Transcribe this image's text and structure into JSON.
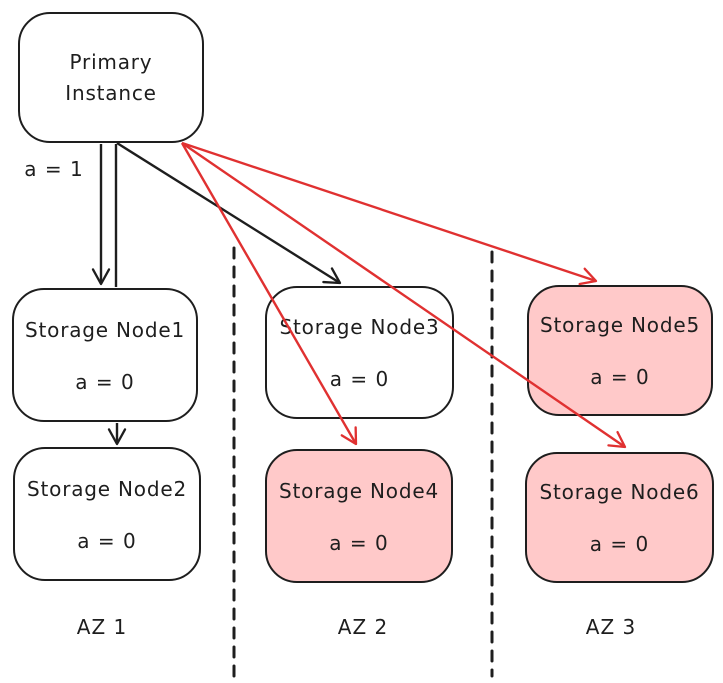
{
  "diagram": {
    "kind": "replication-topology",
    "colors": {
      "stroke": "#1e1e1e",
      "replication_red": "#e03131",
      "highlight_fill": "#ffc9c9",
      "normal_fill": "#ffffff"
    },
    "primary": {
      "label_line1": "Primary",
      "label_line2": "Instance",
      "edge_label": "a = 1"
    },
    "nodes": [
      {
        "name": "Storage Node1",
        "value": "a = 0",
        "highlighted": false,
        "zone": "AZ 1"
      },
      {
        "name": "Storage Node2",
        "value": "a = 0",
        "highlighted": false,
        "zone": "AZ 1"
      },
      {
        "name": "Storage Node3",
        "value": "a = 0",
        "highlighted": false,
        "zone": "AZ 2"
      },
      {
        "name": "Storage Node4",
        "value": "a = 0",
        "highlighted": true,
        "zone": "AZ 2"
      },
      {
        "name": "Storage Node5",
        "value": "a = 0",
        "highlighted": true,
        "zone": "AZ 3"
      },
      {
        "name": "Storage Node6",
        "value": "a = 0",
        "highlighted": true,
        "zone": "AZ 3"
      }
    ],
    "zones": [
      {
        "label": "AZ 1"
      },
      {
        "label": "AZ 2"
      },
      {
        "label": "AZ 3"
      }
    ],
    "edges": [
      {
        "from": "Primary Instance",
        "to": "Storage Node1",
        "color": "black",
        "style": "double-line-arrow",
        "label": "a = 1"
      },
      {
        "from": "Storage Node1",
        "to": "Storage Node2",
        "color": "black",
        "style": "arrow"
      },
      {
        "from": "Primary Instance",
        "to": "Storage Node3",
        "color": "black",
        "style": "arrow"
      },
      {
        "from": "Primary Instance",
        "to": "Storage Node4",
        "color": "red",
        "style": "arrow"
      },
      {
        "from": "Primary Instance",
        "to": "Storage Node5",
        "color": "red",
        "style": "arrow"
      },
      {
        "from": "Primary Instance",
        "to": "Storage Node6",
        "color": "red",
        "style": "arrow"
      }
    ]
  }
}
